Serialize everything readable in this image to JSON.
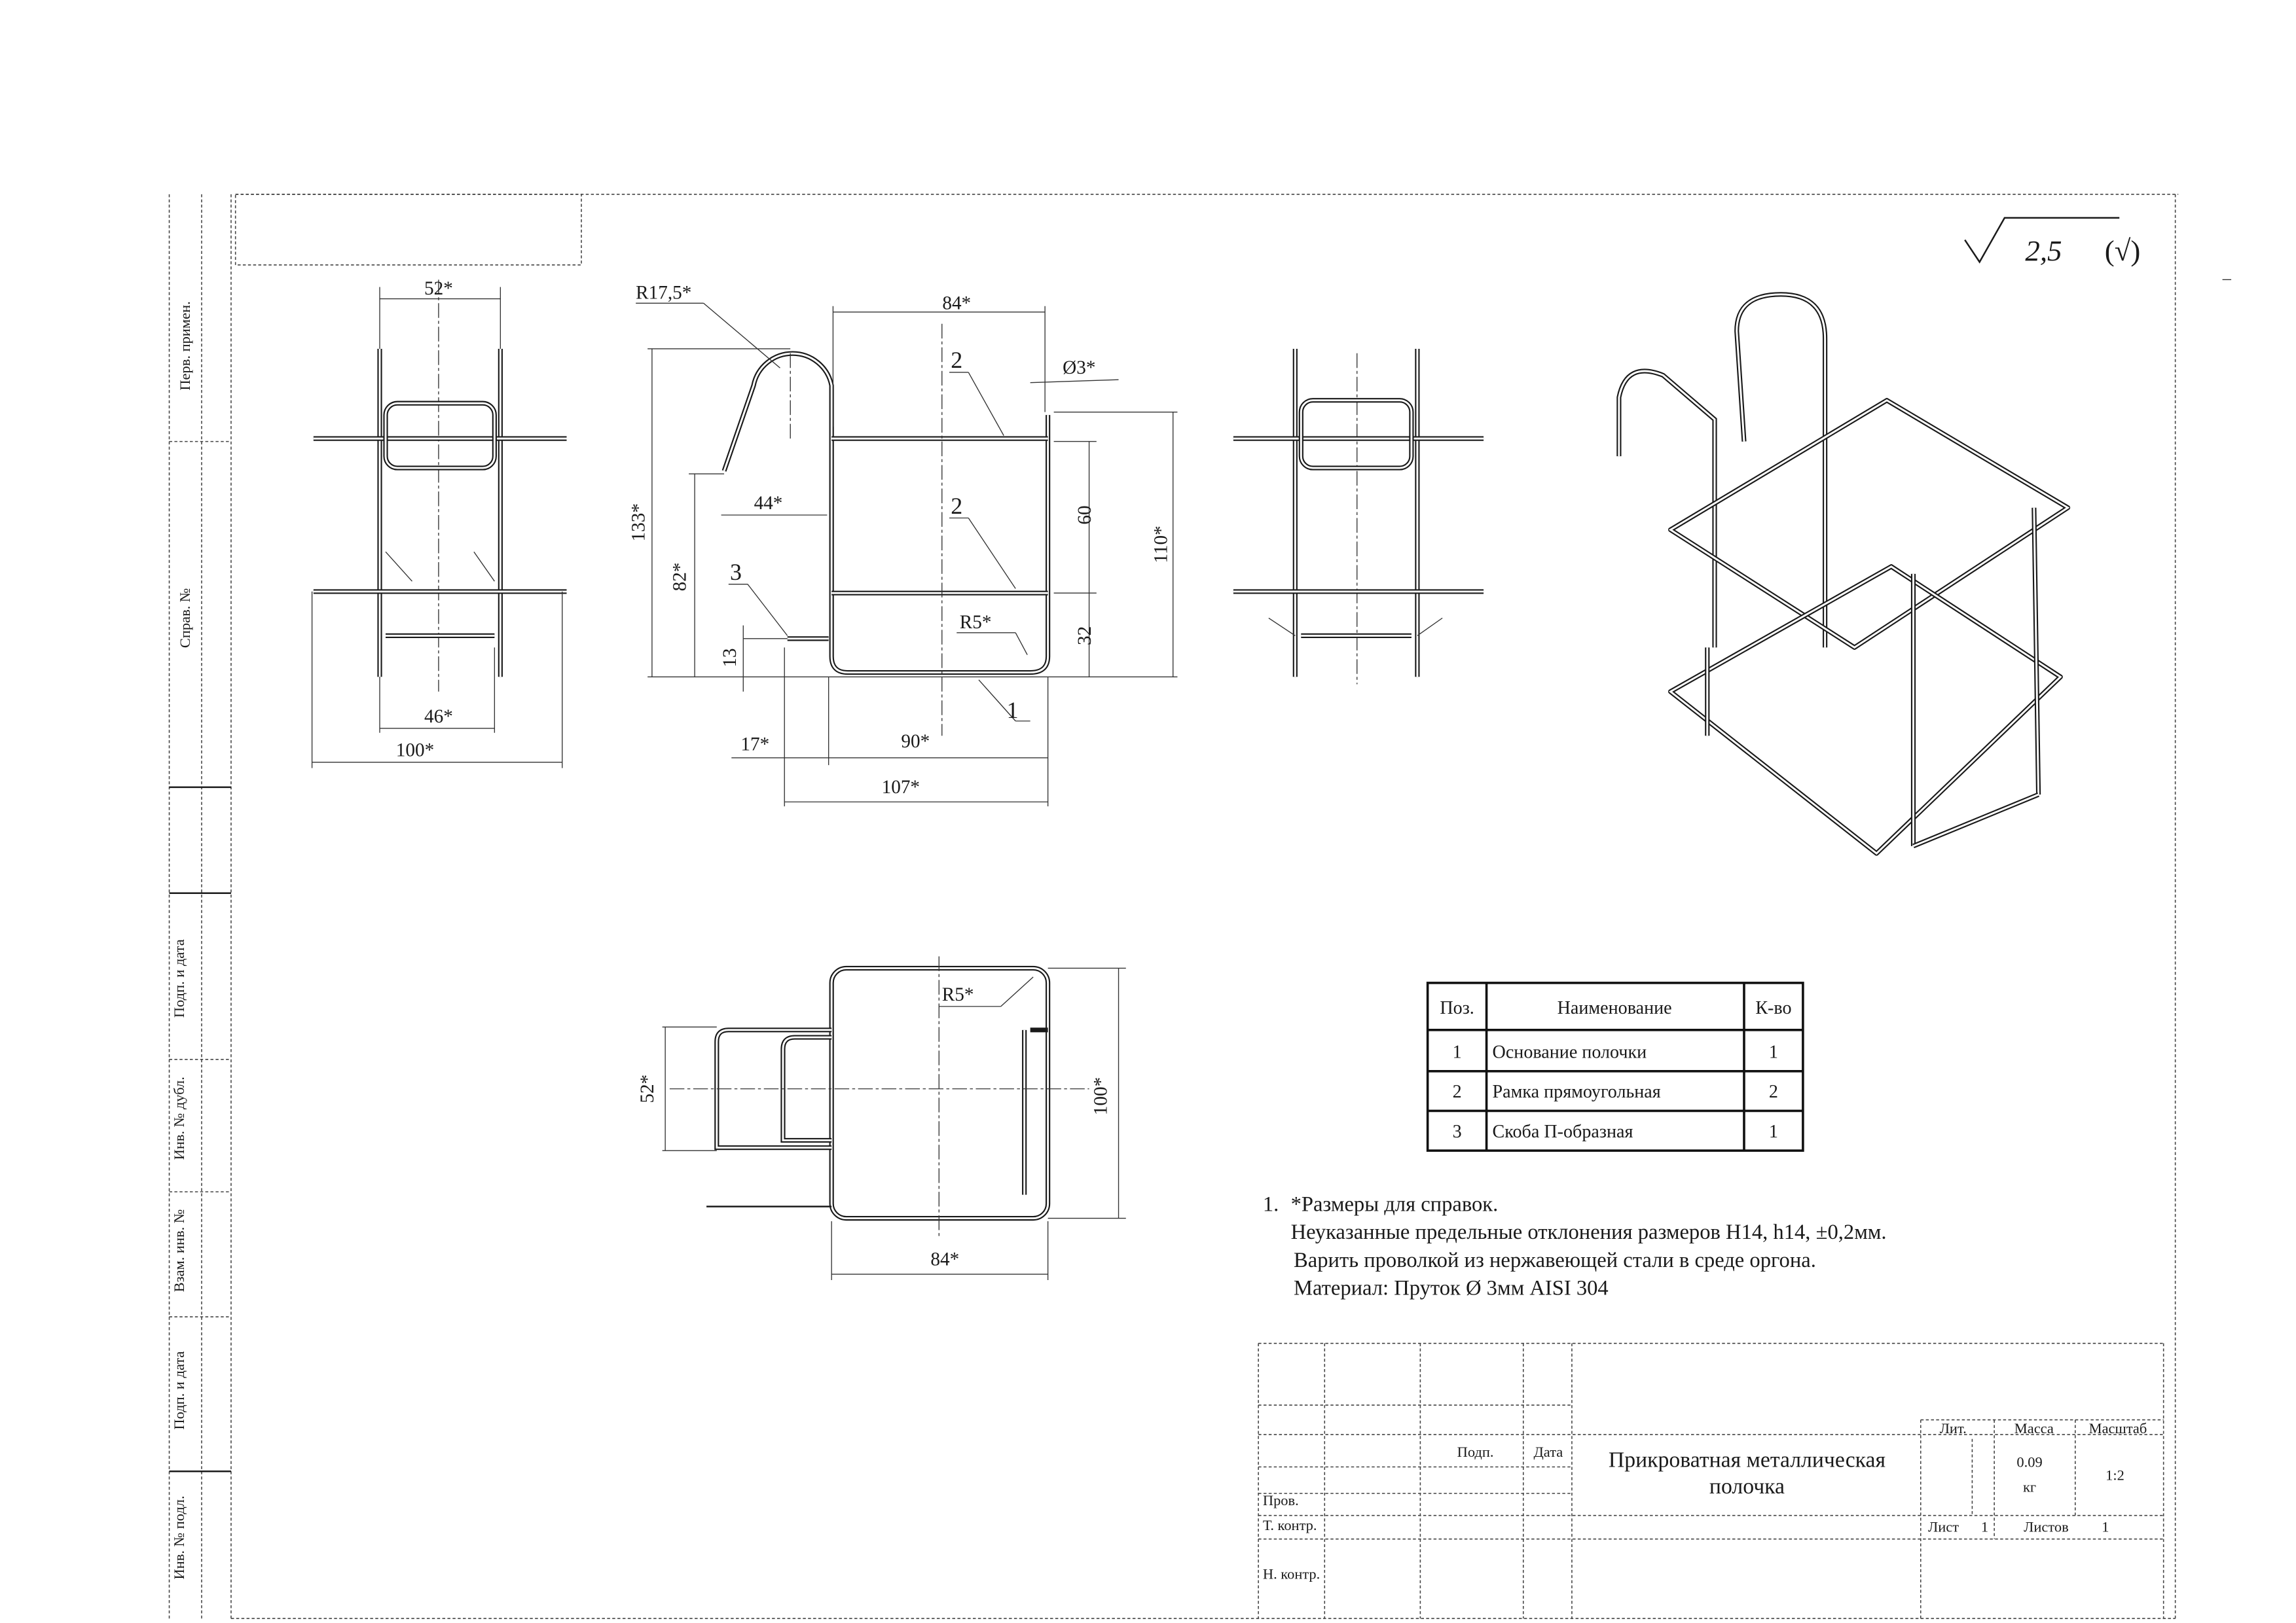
{
  "roughness": {
    "value": "2,5",
    "symbol": "√",
    "bracket": "(√)"
  },
  "side_strip": [
    "Перв. примен.",
    "Справ. №",
    "Подп. и дата",
    "Инв. № дубл.",
    "Взам. инв. №",
    "Подп. и дата",
    "Инв. № подл."
  ],
  "front_view": {
    "dims": {
      "top": "52*",
      "inner": "46*",
      "width": "100*"
    }
  },
  "side_view": {
    "dims": {
      "radius_hook": "R17,5*",
      "width_top": "84*",
      "rod_dia": "Ø3*",
      "h60": "60",
      "h110": "110*",
      "h32": "32",
      "h133": "133*",
      "h82": "82*",
      "w44": "44*",
      "h13": "13",
      "radius_bottom": "R5*",
      "w17": "17*",
      "w90": "90*",
      "w107": "107*"
    },
    "callouts": {
      "pos1": "1",
      "pos2a": "2",
      "pos2b": "2",
      "pos3": "3"
    }
  },
  "top_view": {
    "dims": {
      "radius": "R5*",
      "h52": "52*",
      "h100": "100*",
      "w84": "84*"
    }
  },
  "parts_table": {
    "headers": [
      "Поз.",
      "Наименование",
      "К-во"
    ],
    "rows": [
      [
        "1",
        "Основание полочки",
        "1"
      ],
      [
        "2",
        "Рамка прямоугольная",
        "2"
      ],
      [
        "3",
        "Скоба П-образная",
        "1"
      ]
    ]
  },
  "notes": {
    "number": "1.",
    "lines": [
      "*Размеры для справок.",
      "Неуказанные предельные отклонения размеров H14, h14, ±0,2мм.",
      "Варить проволкой из нержавеющей стали в среде оргона.",
      "Материал: Пруток Ø 3мм AISI 304"
    ]
  },
  "title_block": {
    "title_line1": "Прикроватная металлическая",
    "title_line2": "полочка",
    "sign_label": "Подп.",
    "date_label": "Дата",
    "checked_label": "Пров.",
    "tech_control_label": "Т. контр.",
    "norm_control_label": "Н. контр.",
    "lit_label": "Лит.",
    "mass_label": "Масса",
    "scale_label": "Масштаб",
    "mass_value": "0.09",
    "mass_unit": "кг",
    "scale_value": "1:2",
    "sheet_label": "Лист",
    "sheet_value": "1",
    "sheets_label": "Листов",
    "sheets_value": "1"
  }
}
